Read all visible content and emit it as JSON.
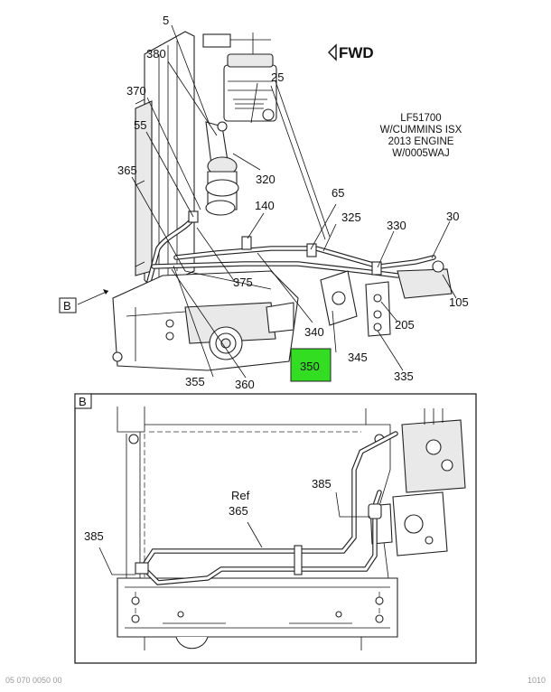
{
  "direction": {
    "label": "FWD",
    "arrow": "triangle-left-icon"
  },
  "application_note": {
    "lines": [
      "LF51700",
      "W/CUMMINS ISX",
      "2013 ENGINE",
      "W/0005WAJ"
    ]
  },
  "view_reference": {
    "label": "B"
  },
  "highlight_color": "#33dd22",
  "callouts": {
    "c5": "5",
    "c380": "380",
    "c25": "25",
    "c370": "370",
    "c55": "55",
    "c320": "320",
    "c365": "365",
    "c65": "65",
    "c140": "140",
    "c325": "325",
    "c330": "330",
    "c30": "30",
    "c375": "375",
    "c105": "105",
    "c340": "340",
    "c205": "205",
    "c350": "350",
    "c345": "345",
    "c355": "355",
    "c360": "360",
    "c335": "335"
  },
  "detail": {
    "label": "B",
    "ref_word": "Ref",
    "ref_number": "365",
    "c385a": "385",
    "c385b": "385"
  },
  "footer": {
    "left": "05 070 0050 00",
    "right": "1010"
  }
}
